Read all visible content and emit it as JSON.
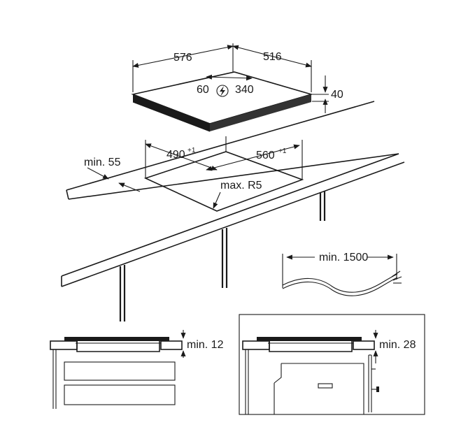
{
  "labels": {
    "hob_width": "576",
    "hob_depth": "516",
    "conn_left": "60",
    "conn_right": "340",
    "hob_height": "40",
    "cutout_depth": "490",
    "cutout_width": "560",
    "tolerance": "+1",
    "min_front": "min. 55",
    "max_radius": "max. R5",
    "cable_length": "min. 1500",
    "gap_left": "min. 12",
    "gap_right": "min. 28"
  },
  "icons": [
    "lightning-bolt-icon"
  ]
}
